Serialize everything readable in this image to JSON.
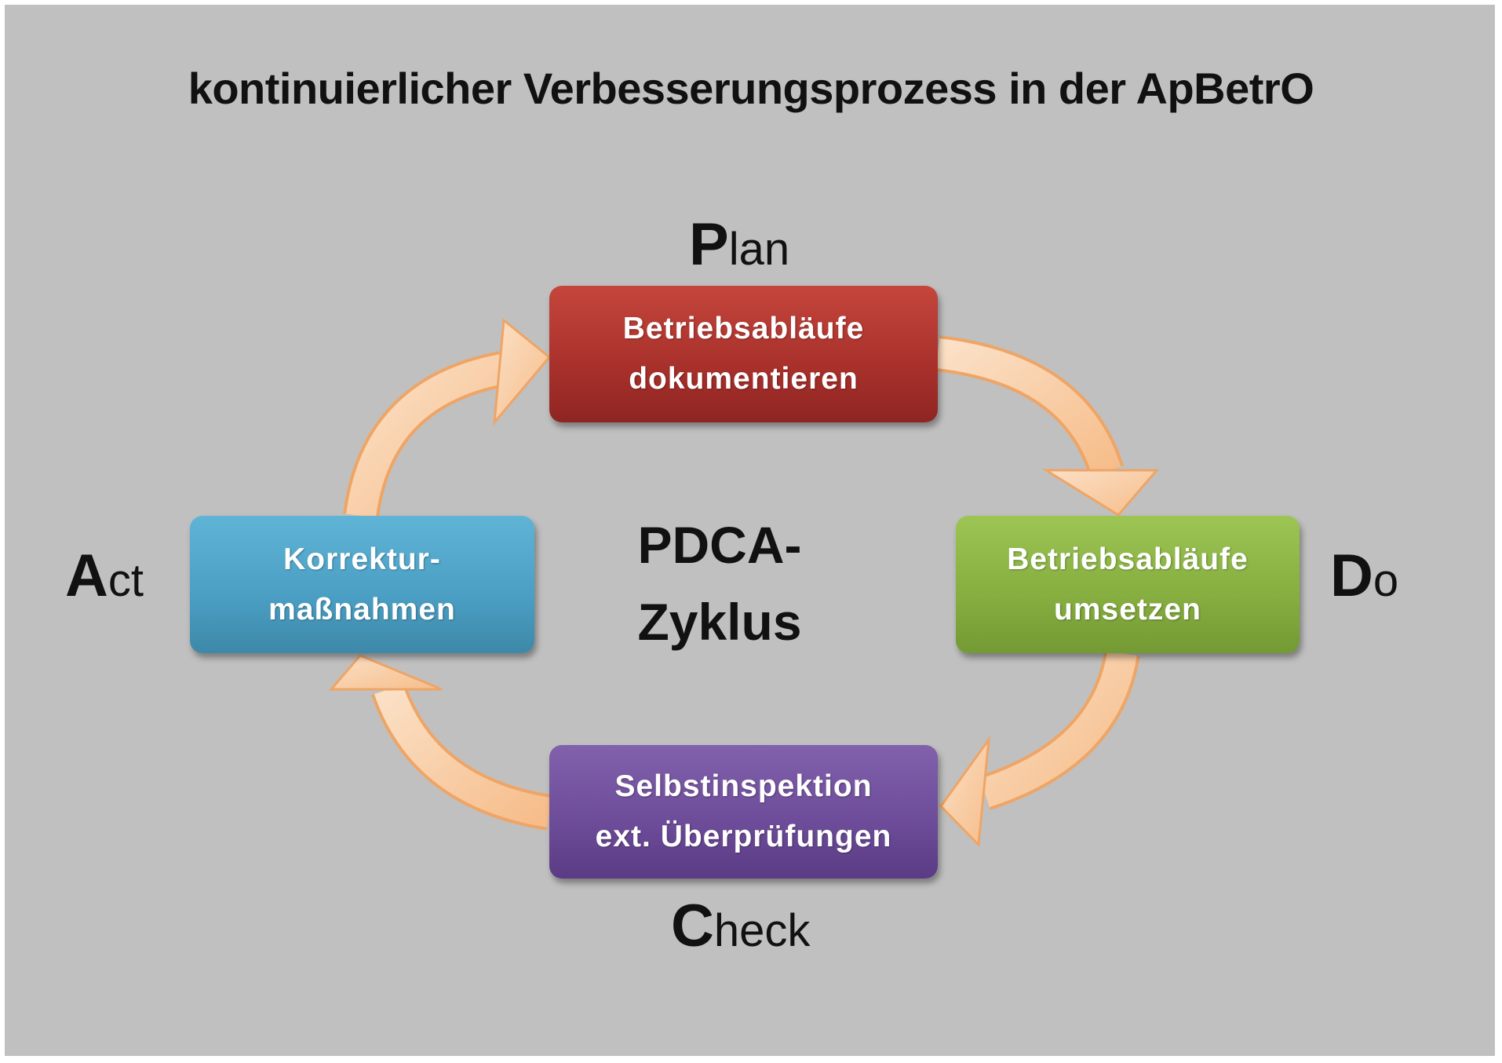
{
  "title": "kontinuierlicher Verbesserungsprozess in der ApBetrO",
  "center_label": {
    "line1": "PDCA-",
    "line2": "Zyklus"
  },
  "phases": {
    "plan": {
      "initial": "P",
      "rest": "lan",
      "box_line1": "Betriebsabläufe",
      "box_line2": "dokumentieren",
      "color": "#b03a32"
    },
    "do": {
      "initial": "D",
      "rest": "o",
      "box_line1": "Betriebsabläufe",
      "box_line2": "umsetzen",
      "color": "#8ab545"
    },
    "check": {
      "initial": "C",
      "rest": "heck",
      "box_line1": "Selbstinspektion",
      "box_line2": "ext. Überprüfungen",
      "color": "#6e4d9a"
    },
    "act": {
      "initial": "A",
      "rest": "ct",
      "box_line1": "Korrektur-",
      "box_line2": "maßnahmen",
      "color": "#4ea3c8"
    }
  },
  "colors": {
    "background": "#c0c0c0",
    "arrow_fill": "#f9d2ae",
    "arrow_edge": "#eea566"
  }
}
